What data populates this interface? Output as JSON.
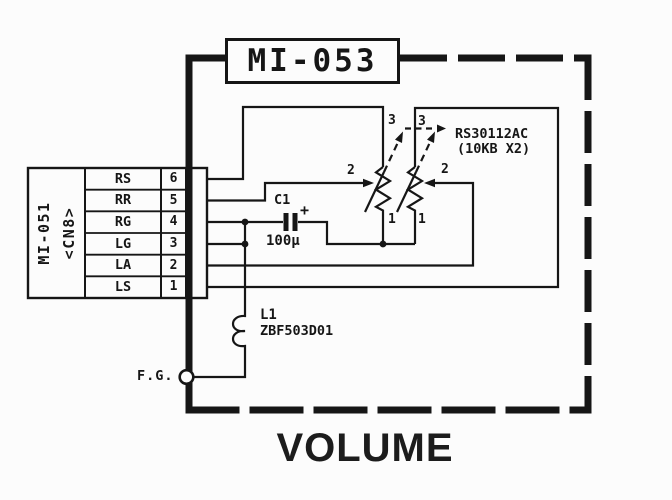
{
  "colors": {
    "ink": "#161616",
    "paper": "#fcfcfc"
  },
  "title_box": {
    "label": "MI-053"
  },
  "caption": {
    "label": "VOLUME"
  },
  "connector": {
    "vertical_label_line1": "MI-051",
    "vertical_label_line2": "<CN8>",
    "rows": [
      {
        "name": "RS",
        "pin": "6"
      },
      {
        "name": "RR",
        "pin": "5"
      },
      {
        "name": "RG",
        "pin": "4"
      },
      {
        "name": "LG",
        "pin": "3"
      },
      {
        "name": "LA",
        "pin": "2"
      },
      {
        "name": "LS",
        "pin": "1"
      }
    ]
  },
  "components": {
    "c1_ref": "C1",
    "c1_polarity": "+",
    "c1_value": "100µ",
    "l1_ref": "L1",
    "l1_part": "ZBF503D01",
    "fg_label": "F.G."
  },
  "pots": {
    "part_number": "RS30112AC",
    "value_note": "(10KB X2)",
    "left": {
      "top_terminal": "3",
      "wiper_terminal": "2",
      "bottom_terminal": "1"
    },
    "right": {
      "top_terminal": "3",
      "wiper_terminal": "2",
      "bottom_terminal": "1"
    }
  }
}
